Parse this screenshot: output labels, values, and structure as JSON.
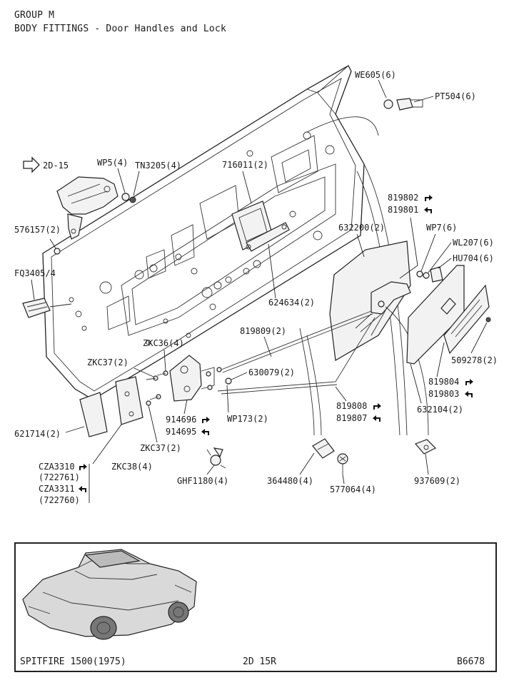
{
  "header": {
    "group": "GROUP M",
    "subtitle": "BODY FITTINGS - Door Handles and Lock"
  },
  "parts": {
    "we605": "WE605(6)",
    "pt504": "PT504(6)",
    "ref_2d15": "2D-15",
    "wp5": "WP5(4)",
    "tn3205": "TN3205(4)",
    "p716011": "716011(2)",
    "p576157": "576157(2)",
    "p819802": "819802",
    "p819801": "819801",
    "p632200": "632200(2)",
    "wp7": "WP7(6)",
    "wl207": "WL207(6)",
    "hu704": "HU704(6)",
    "fq3405": "FQ3405/4",
    "p624634": "624634(2)",
    "p819809": "819809(2)",
    "zkc36": "ZKC36(4)",
    "zkc37a": "ZKC37(2)",
    "p630079": "630079(2)",
    "p509278": "509278(2)",
    "p819804": "819804",
    "p819803": "819803",
    "p819808": "819808",
    "p819807": "819807",
    "p632104": "632104(2)",
    "wp173": "WP173(2)",
    "p914696": "914696",
    "p914695": "914695",
    "p621714": "621714(2)",
    "zkc37b": "ZKC37(2)",
    "zkc38": "ZKC38(4)",
    "cza3310": "CZA3310",
    "p722761": "(722761)",
    "cza3311": "CZA3311",
    "p722760": "(722760)",
    "ghf1180": "GHF1180(4)",
    "p364480": "364480(4)",
    "p577064": "577064(4)",
    "p937609": "937609(2)"
  },
  "footer": {
    "model": "SPITFIRE 1500(1975)",
    "page": "2D 15R",
    "code": "B6678"
  },
  "icons": {
    "right_hand": "arrow-turn-right-icon",
    "left_hand": "arrow-turn-left-icon",
    "reference": "outline-arrow-right-icon"
  }
}
